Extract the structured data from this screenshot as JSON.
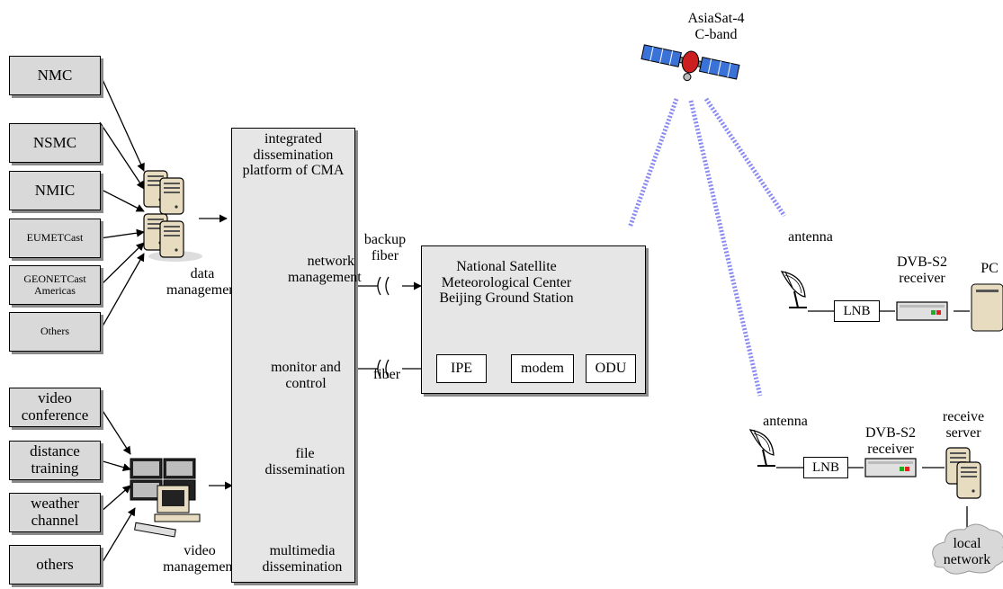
{
  "sources_top": [
    "NMC",
    "NSMC",
    "NMIC",
    "EUMETCast",
    "GEONETCast Americas",
    "Others"
  ],
  "sources_bottom": [
    "video conference",
    "distance training",
    "weather channel",
    "others"
  ],
  "data_management_label": "data management",
  "video_management_label": "video management",
  "platform": {
    "title": "integrated dissemination platform of CMA",
    "network_management": "network management",
    "monitor_control": "monitor and control",
    "file_dissemination": "file dissemination",
    "multimedia_dissemination": "multimedia dissemination"
  },
  "links": {
    "backup_fiber": "backup fiber",
    "fiber": "fiber"
  },
  "ground_station": {
    "title": "National Satellite Meteorological Center Beijing Ground Station",
    "ipe": "IPE",
    "modem": "modem",
    "odu": "ODU"
  },
  "satellite": {
    "name": "AsiaSat-4",
    "band": "C-band"
  },
  "receiver_top": {
    "antenna": "antenna",
    "lnb": "LNB",
    "receiver": "DVB-S2 receiver",
    "pc": "PC"
  },
  "receiver_bottom": {
    "antenna": "antenna",
    "lnb": "LNB",
    "receiver": "DVB-S2 receiver",
    "server": "receive server",
    "network": "local network"
  },
  "colors": {
    "box_fill": "#d9d9d9",
    "panel_fill": "#e6e6e6",
    "beam": "#8a8af0",
    "server_fill": "#e8dcc0"
  },
  "icons": [
    "server-icon",
    "satellite-icon",
    "dish-antenna-icon",
    "lnb-icon",
    "receiver-icon",
    "pc-icon",
    "cloud-icon",
    "video-wall-icon"
  ]
}
